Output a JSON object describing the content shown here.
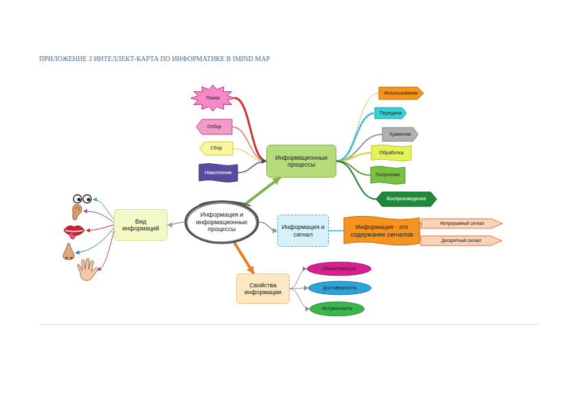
{
  "diagram": {
    "title": "ПРИЛОЖЕНИЕ 3 ИНТЕЛЛЕКТ-КАРТА ПО ИНФОРМАТИКЕ В IMIND MAP",
    "nodes": [
      {
        "text": [
          "Поиск"
        ]
      },
      {
        "text": [
          "Отбор"
        ]
      },
      {
        "text": [
          "Сбор"
        ]
      },
      {
        "text": [
          "Накопление"
        ]
      },
      {
        "text": [
          "Информационные процессы"
        ]
      },
      {
        "text": [
          "Использование"
        ]
      },
      {
        "text": [
          "Передача"
        ]
      },
      {
        "text": [
          "Хранение"
        ]
      },
      {
        "text": [
          "Обработка"
        ]
      },
      {
        "text": [
          "Получение"
        ]
      },
      {
        "text": [
          "Воспроизведение"
        ]
      },
      {
        "text": [
          "Вид информаций"
        ]
      },
      {
        "text": [
          "Информация и информационные процессы"
        ]
      },
      {
        "text": [
          "Информация и сигнал"
        ]
      },
      {
        "text": [
          "Информация - это содержание сигналов"
        ]
      },
      {
        "text": [
          "Непрерывный сигнал"
        ]
      },
      {
        "text": [
          "Дискретный сигнал"
        ]
      },
      {
        "text": [
          "Свойства информации"
        ]
      },
      {
        "text": [
          "Объективность"
        ]
      },
      {
        "text": [
          "Достоверность"
        ]
      },
      {
        "text": [
          "Актуальность"
        ]
      }
    ],
    "edges": [
      {
        "from": 12,
        "to": 4,
        "arrow": "to"
      },
      {
        "from": 4,
        "to": 0,
        "arrow": "none"
      },
      {
        "from": 4,
        "to": 1,
        "arrow": "none"
      },
      {
        "from": 4,
        "to": 2,
        "arrow": "none"
      },
      {
        "from": 3,
        "to": 4,
        "arrow": "to"
      },
      {
        "from": 4,
        "to": 5,
        "arrow": "none"
      },
      {
        "from": 4,
        "to": 6,
        "arrow": "none"
      },
      {
        "from": 4,
        "to": 7,
        "arrow": "none"
      },
      {
        "from": 4,
        "to": 8,
        "arrow": "none"
      },
      {
        "from": 4,
        "to": 9,
        "arrow": "none"
      },
      {
        "from": 4,
        "to": 10,
        "arrow": "none"
      },
      {
        "from": 12,
        "to": 11,
        "arrow": "to"
      },
      {
        "from": 12,
        "to": 13,
        "arrow": "to"
      },
      {
        "from": 13,
        "to": 14,
        "arrow": "none"
      },
      {
        "from": 14,
        "to": 15,
        "arrow": "to"
      },
      {
        "from": 14,
        "to": 16,
        "arrow": "to"
      },
      {
        "from": 12,
        "to": 17,
        "arrow": "to"
      },
      {
        "from": 17,
        "to": 18,
        "arrow": "to"
      },
      {
        "from": 17,
        "to": 19,
        "arrow": "to"
      },
      {
        "from": 17,
        "to": 20,
        "arrow": "to"
      }
    ]
  }
}
